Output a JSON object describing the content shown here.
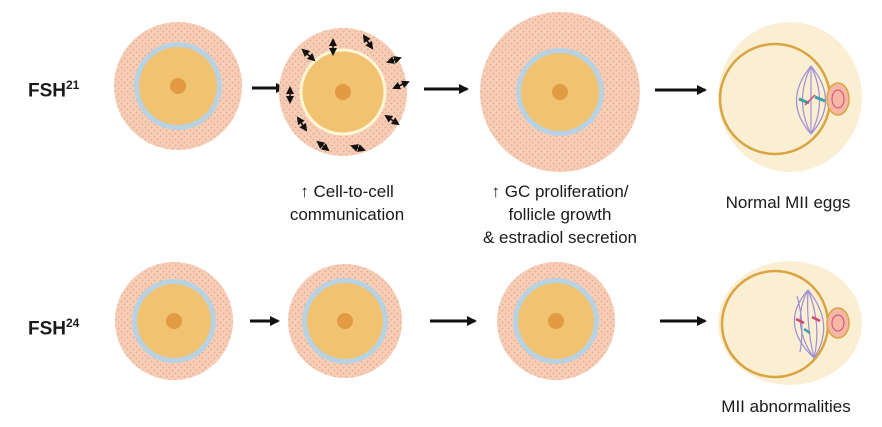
{
  "rows": [
    {
      "label": {
        "base": "FSH",
        "sup": "21"
      },
      "stages": [
        "follicle-small",
        "follicle-communication",
        "follicle-large",
        "mii-egg-normal"
      ],
      "captions": [
        {
          "lines": [
            "↑ Cell-to-cell",
            "communication"
          ]
        },
        {
          "lines": [
            "↑ GC proliferation/",
            "follicle growth",
            "& estradiol secretion"
          ]
        },
        {
          "lines": [
            "Normal MII eggs"
          ]
        }
      ]
    },
    {
      "label": {
        "base": "FSH",
        "sup": "24"
      },
      "stages": [
        "follicle-small",
        "follicle-small",
        "follicle-small",
        "mii-egg-abnormal"
      ],
      "captions": [
        {
          "lines": [
            "MII abnormalities"
          ]
        }
      ]
    }
  ],
  "colors": {
    "granulosa": "#f6cdb6",
    "granulosa_dots": "#e9a98b",
    "zona": "#b7d3e3",
    "oocyte": "#f1c26f",
    "oocyte_center": "#e29a43",
    "egg_fill": "#fbefd3",
    "egg_outline": "#d9a441",
    "spindle": "#9f8fd4",
    "chromosome_normal": "#3aa0a5",
    "chromosome_abnormal": "#d6457a",
    "polar_body": "#f6b8a4",
    "arrow": "#111111"
  }
}
